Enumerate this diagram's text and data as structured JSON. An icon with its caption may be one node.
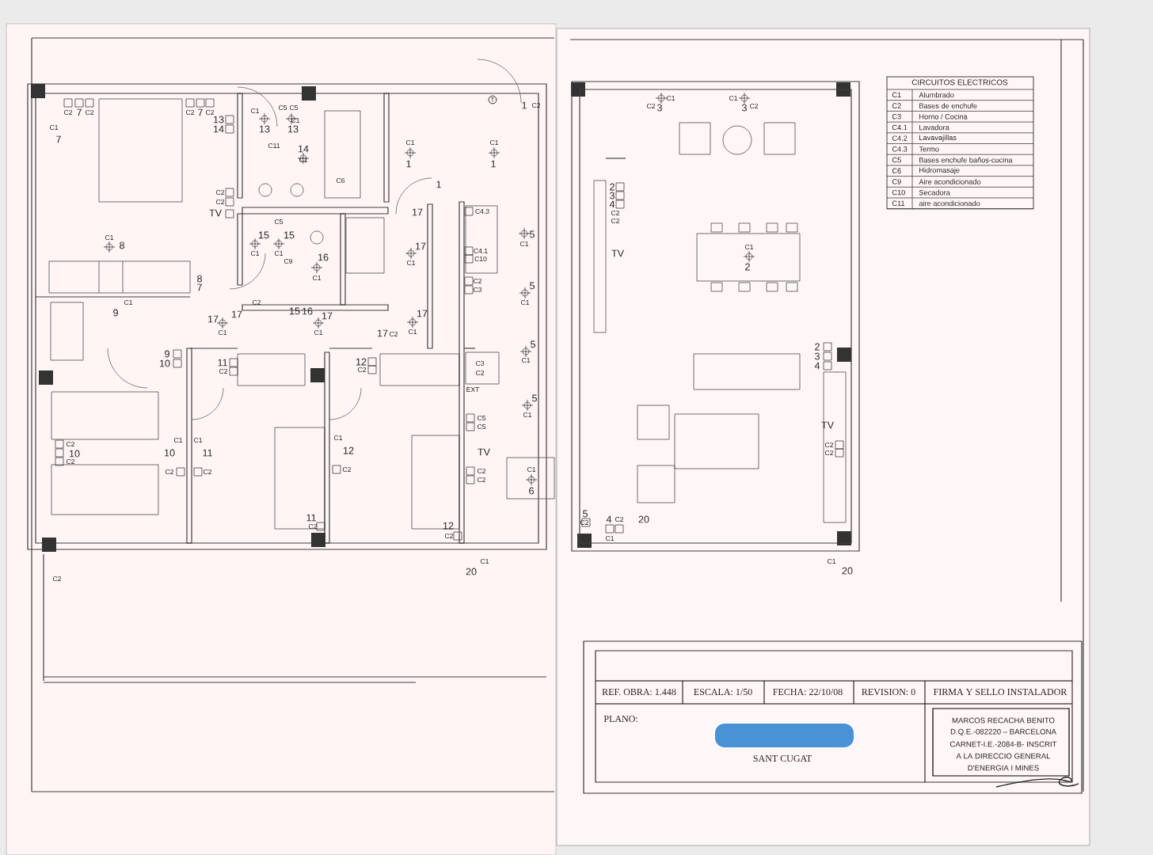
{
  "diagram": {
    "labels": [
      "C1",
      "7",
      "C2",
      "7",
      "C2",
      "C2",
      "7",
      "C2",
      "13",
      "14",
      "C1",
      "C5",
      "C5",
      "13",
      "C1",
      "13",
      "T",
      "1",
      "C2",
      "C11",
      "14",
      "C1",
      "C1",
      "1",
      "C1",
      "1",
      "C6",
      "1",
      "C2",
      "C2",
      "TV",
      "17",
      "C4.3",
      "C5",
      "15",
      "15",
      "5",
      "C1",
      "8",
      "C1",
      "C1",
      "C4.1",
      "C10",
      "C1",
      "17",
      "C1",
      "16",
      "C9",
      "C1",
      "8",
      "7",
      "C2",
      "C3",
      "5",
      "C1",
      "C2",
      "C1",
      "9",
      "17",
      "15",
      "16",
      "17",
      "17",
      "17",
      "C1",
      "C1",
      "C1",
      "17",
      "C2",
      "5",
      "C1",
      "9",
      "10",
      "11",
      "C2",
      "12",
      "C2",
      "C3",
      "C2",
      "EXT",
      "5",
      "C1",
      "C5",
      "C5",
      "C1",
      "C1",
      "C1",
      "C2",
      "10",
      "10",
      "11",
      "12",
      "TV",
      "C2",
      "C2",
      "C2",
      "C2",
      "C2",
      "C2",
      "C1",
      "6",
      "11",
      "C2",
      "12",
      "C2",
      "C1",
      "20",
      "C2",
      "C1",
      "C2",
      "3",
      "C1",
      "3",
      "C2",
      "2",
      "3",
      "4",
      "C2",
      "C2",
      "TV",
      "C1",
      "2",
      "2",
      "3",
      "4",
      "TV",
      "C2",
      "C2",
      "5",
      "C2",
      "4",
      "C2",
      "C1",
      "20",
      "C1",
      "20",
      "CIRCUITOS ELECTRICOS",
      "C1",
      "Alumbrado",
      "C2",
      "Bases de enchufe",
      "C3",
      "Horno / Cocina",
      "C4.1",
      "Lavadora",
      "C4.2",
      "Lavavajillas",
      "C4.3",
      "Termo",
      "C5",
      "Bases enchufe baños-cocina",
      "C6",
      "Hidromasaje",
      "C9",
      "Aire acondicionado",
      "C10",
      "Secadora",
      "C11",
      "aire acondicionado",
      "REF. OBRA: 1.448",
      "ESCALA: 1/50",
      "FECHA: 22/10/08",
      "REVISION: 0",
      "FIRMA Y SELLO INSTALADOR",
      "PLANO:",
      "SANT CUGAT",
      "MARCOS RECACHA BENITO",
      "D.Q.E.-082220 – BARCELONA",
      "CARNET-I.E.-2084-B- INSCRIT",
      "A LA DIRECCIO GENERAL",
      "D'ENERGIA I MINES"
    ]
  }
}
